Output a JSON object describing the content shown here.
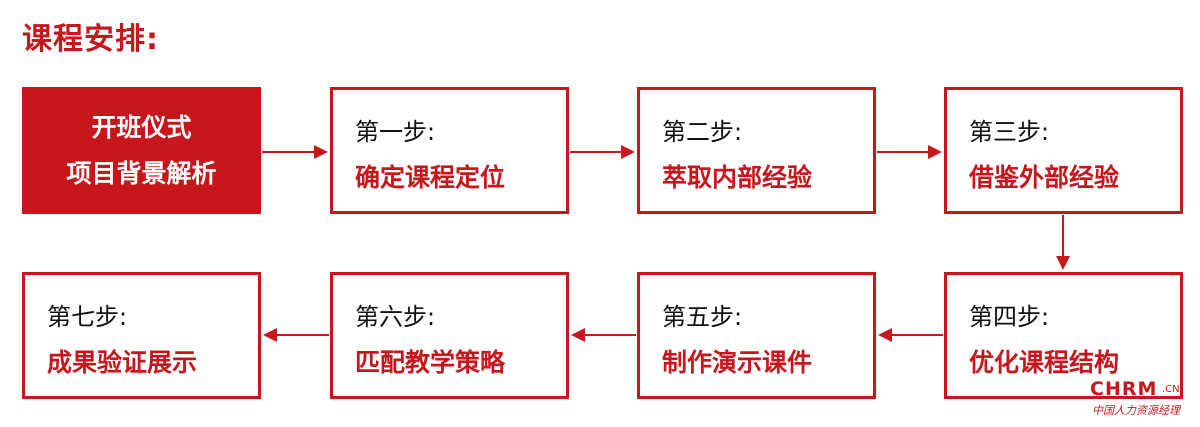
{
  "title": "课程安排:",
  "start_box": {
    "line1": "开班仪式",
    "line2": "项目背景解析"
  },
  "steps": [
    {
      "label": "第一步:",
      "action": "确定课程定位"
    },
    {
      "label": "第二步:",
      "action": "萃取内部经验"
    },
    {
      "label": "第三步:",
      "action": "借鉴外部经验"
    },
    {
      "label": "第四步:",
      "action": "优化课程结构"
    },
    {
      "label": "第五步:",
      "action": "制作演示课件"
    },
    {
      "label": "第六步:",
      "action": "匹配教学策略"
    },
    {
      "label": "第七步:",
      "action": "成果验证展示"
    }
  ],
  "logo": {
    "main": "CHRM",
    "suffix": ".CN",
    "sub": "中国人力资源经理"
  },
  "colors": {
    "accent": "#c8161d",
    "text": "#111111",
    "background": "#ffffff"
  }
}
